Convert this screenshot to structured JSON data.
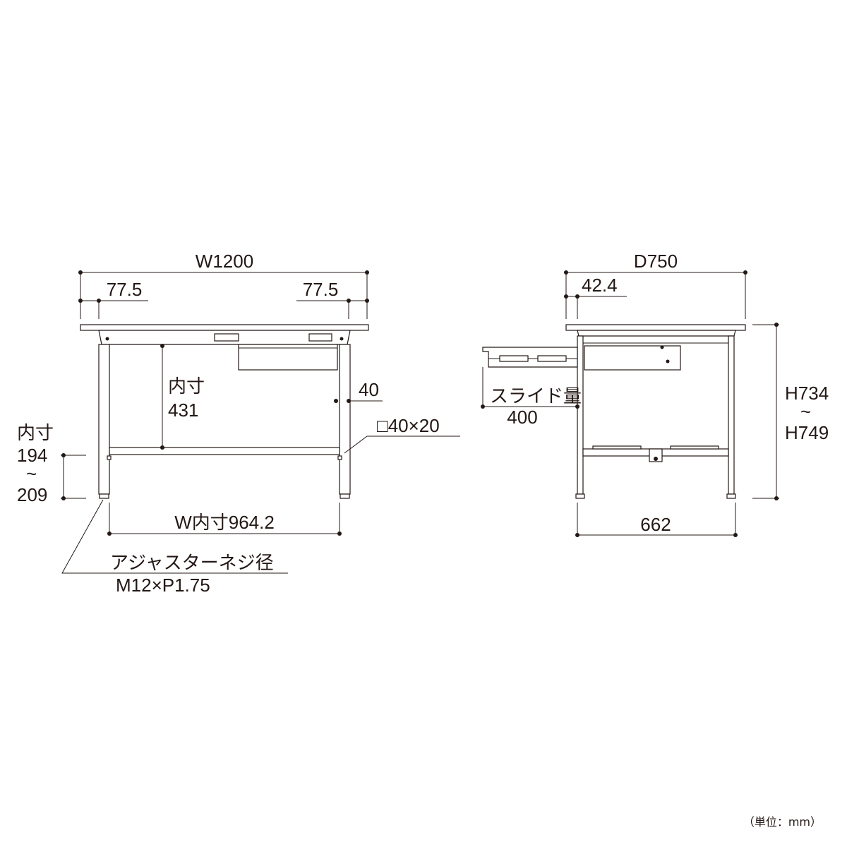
{
  "front_view": {
    "width_label": "W1200",
    "left_offset_label": "77.5",
    "right_offset_label": "77.5",
    "inner_height_title": "内寸",
    "inner_height_value": "431",
    "frame_height_label": "40",
    "pipe_size_label": "□40×20",
    "floor_clearance_title": "内寸",
    "floor_clearance_min": "194",
    "floor_clearance_tilde": "~",
    "floor_clearance_max": "209",
    "inner_width_label": "W内寸964.2",
    "adjuster_title": "アジャスターネジ径",
    "adjuster_spec": "M12×P1.75"
  },
  "side_view": {
    "depth_label": "D750",
    "offset_label": "42.4",
    "slide_title": "スライド量",
    "slide_value": "400",
    "height_min": "H734",
    "height_tilde": "~",
    "height_max": "H749",
    "leg_span_label": "662"
  },
  "unit_note": "（単位：mm）"
}
